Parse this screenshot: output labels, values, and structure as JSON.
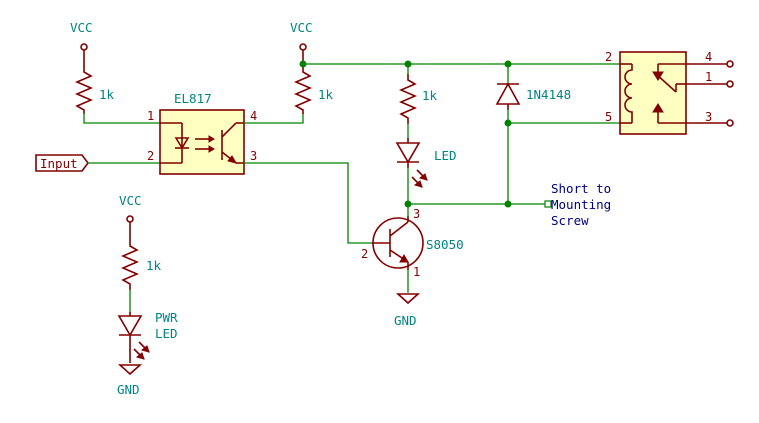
{
  "nets": {
    "vcc_label": "VCC",
    "gnd_label": "GND"
  },
  "components": {
    "r_left_value": "1k",
    "r_mid_value": "1k",
    "r_led_value": "1k",
    "r_pwr_value": "1k",
    "optocoupler_name": "EL817",
    "optocoupler_pins": [
      "1",
      "2",
      "3",
      "4"
    ],
    "led_name": "LED",
    "pwr_led_line1": "PWR",
    "pwr_led_line2": "LED",
    "transistor_name": "S8050",
    "transistor_pins": [
      "1",
      "2",
      "3"
    ],
    "diode_name": "1N4148",
    "relay_pins": [
      "2",
      "5",
      "4",
      "1",
      "3"
    ]
  },
  "ports": {
    "input_label": "Input"
  },
  "notes": {
    "line1": "Short to",
    "line2": "Mounting",
    "line3": "Screw"
  },
  "colors": {
    "wire": "#008400",
    "component": "#840000",
    "body_fill": "#ffffc2",
    "label": "#008484",
    "note": "#000084"
  }
}
